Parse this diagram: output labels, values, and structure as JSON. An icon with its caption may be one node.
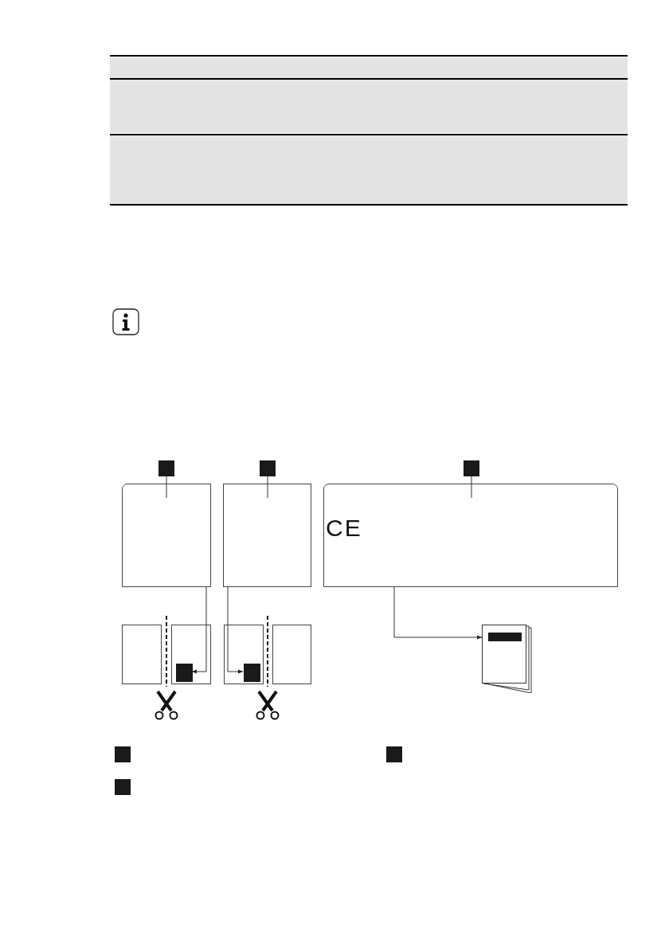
{
  "diagram": {
    "nodes": [
      {
        "text": [],
        "shape": "box"
      },
      {
        "text": [],
        "shape": "box"
      },
      {
        "text": [],
        "shape": "box"
      },
      {
        "text": [],
        "shape": "box"
      },
      {
        "text": [],
        "shape": "box"
      },
      {
        "text": [],
        "shape": "box"
      },
      {
        "text": [],
        "shape": "box"
      },
      {
        "text": [],
        "shape": "box"
      },
      {
        "text": [],
        "shape": "box",
        "in": 7
      },
      {
        "text": [],
        "shape": "box"
      },
      {
        "text": [],
        "shape": "box",
        "in": 9
      },
      {
        "text": [],
        "shape": "box"
      },
      {
        "text": [],
        "shape": "booklet"
      }
    ],
    "edges": [
      {
        "from": 0,
        "to": 3,
        "arrow": "none"
      },
      {
        "from": 1,
        "to": 4,
        "arrow": "none"
      },
      {
        "from": 2,
        "to": 5,
        "arrow": "none"
      },
      {
        "from": 3,
        "to": 8,
        "arrow": "to"
      },
      {
        "from": 4,
        "to": 10,
        "arrow": "to"
      },
      {
        "from": 5,
        "to": 12,
        "arrow": "to"
      }
    ],
    "labels": [
      "CE"
    ]
  }
}
